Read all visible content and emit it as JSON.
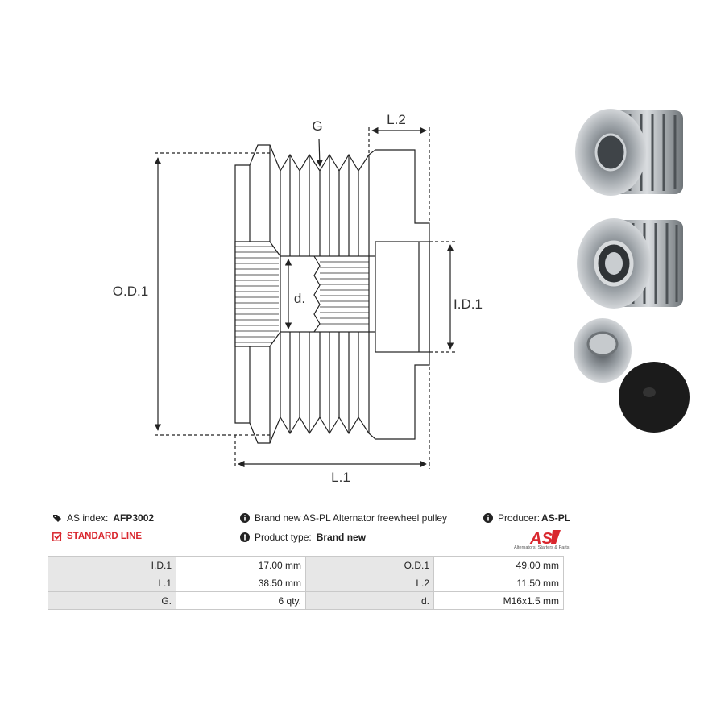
{
  "drawing": {
    "labels": {
      "g": "G",
      "l2": "L.2",
      "od1": "O.D.1",
      "id1": "I.D.1",
      "d": "d.",
      "l1": "L.1"
    }
  },
  "photos": {
    "icons": [
      "pulley-side-photo",
      "pulley-bore-photo",
      "pulley-cap-photo"
    ]
  },
  "info": {
    "as_index_label": "AS index:",
    "as_index_value": "AFP3002",
    "description": "Brand new AS-PL Alternator freewheel pulley",
    "producer_label": "Producer:",
    "producer_value": "AS-PL",
    "line_label": "STANDARD LINE",
    "product_type_label": "Product type:",
    "product_type_value": "Brand new",
    "logo_text": "AS",
    "logo_subtitle": "Alternators, Starters & Parts",
    "accent_color": "#d9272e"
  },
  "specs": {
    "rows": [
      {
        "label1": "I.D.1",
        "value1": "17.00 mm",
        "label2": "O.D.1",
        "value2": "49.00 mm"
      },
      {
        "label1": "L.1",
        "value1": "38.50 mm",
        "label2": "L.2",
        "value2": "11.50 mm"
      },
      {
        "label1": "G.",
        "value1": "6 qty.",
        "label2": "d.",
        "value2": "M16x1.5 mm"
      }
    ]
  }
}
